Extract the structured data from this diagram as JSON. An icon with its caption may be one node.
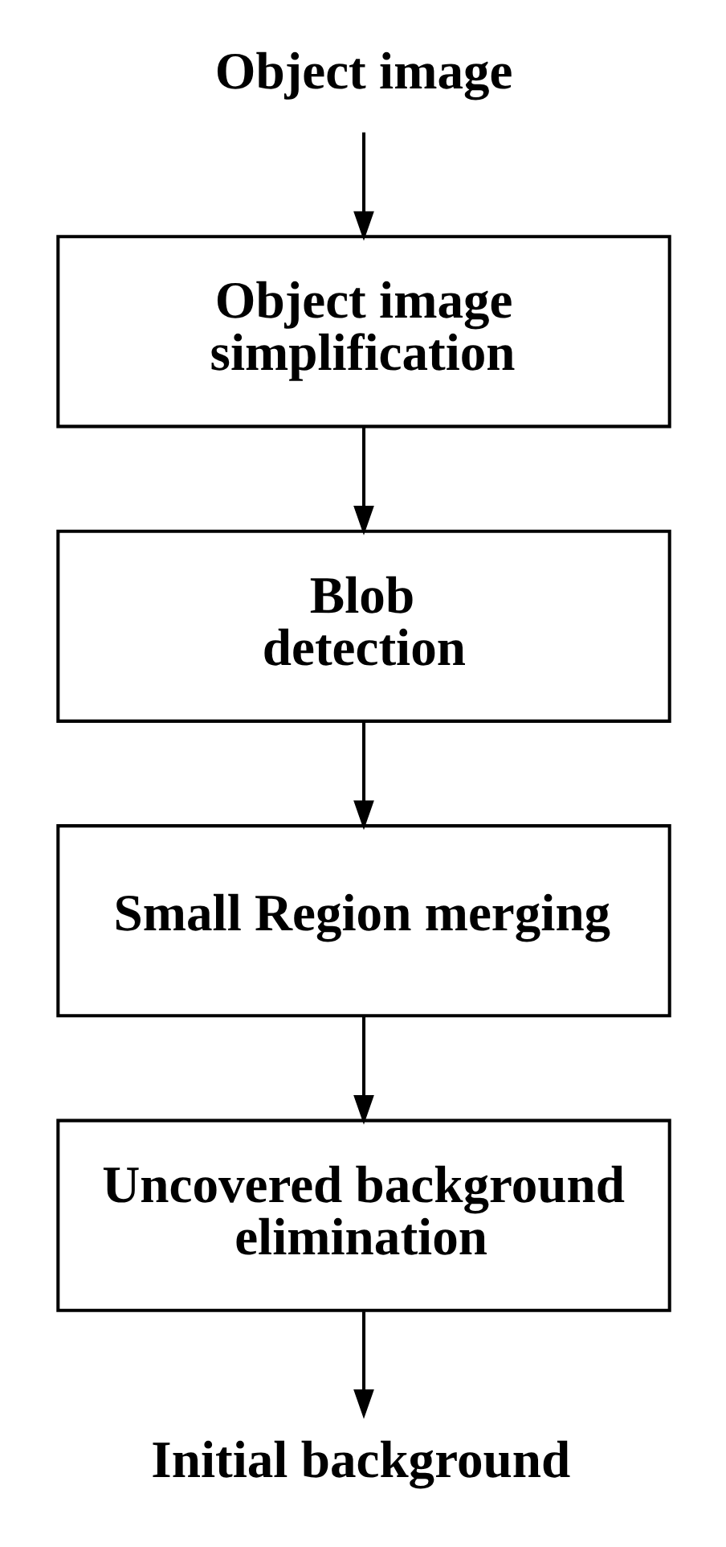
{
  "diagram": {
    "nodes": [
      {
        "text": [
          "Object image"
        ]
      },
      {
        "text": [
          "Object image simplification"
        ]
      },
      {
        "text": [
          "Blob detection"
        ]
      },
      {
        "text": [
          "Small Region merging"
        ]
      },
      {
        "text": [
          "Uncovered background elimination"
        ]
      },
      {
        "text": [
          "Initial background"
        ]
      }
    ],
    "edges": [
      {
        "from": 0,
        "to": 1,
        "arrow": "to"
      },
      {
        "from": 1,
        "to": 2,
        "arrow": "to"
      },
      {
        "from": 2,
        "to": 3,
        "arrow": "to"
      },
      {
        "from": 3,
        "to": 4,
        "arrow": "to"
      },
      {
        "from": 4,
        "to": 5,
        "arrow": "to"
      }
    ]
  }
}
